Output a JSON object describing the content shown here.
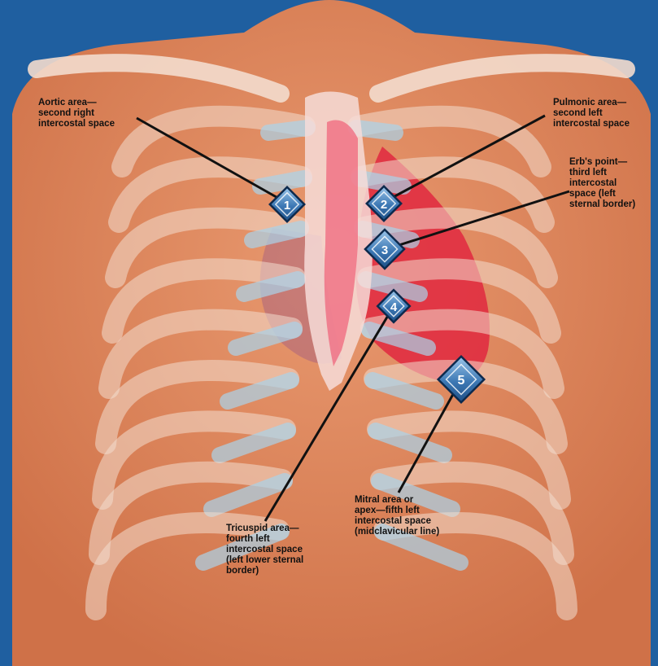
{
  "colors": {
    "background": "#1f5fa0",
    "skin": "#e48a5f",
    "bone": "#f3dccd",
    "cartilage": "#a9d3ea",
    "heart": "#e0283f",
    "marker_fill": "#3d78b4",
    "marker_border": "#0d2a4d"
  },
  "markers": [
    {
      "number": "1",
      "label": "Aortic area—\nsecond right\nintercostal space"
    },
    {
      "number": "2",
      "label": "Pulmonic area—\nsecond left\nintercostal space"
    },
    {
      "number": "3",
      "label": "Erb's point—\nthird left\nintercostal\nspace (left\nsternal border)"
    },
    {
      "number": "4",
      "label": "Tricuspid area—\nfourth left\nintercostal space\n(left lower sternal\nborder)"
    },
    {
      "number": "5",
      "label": "Mitral area or\napex—fifth left\nintercostal space\n(midclavicular line)"
    }
  ]
}
